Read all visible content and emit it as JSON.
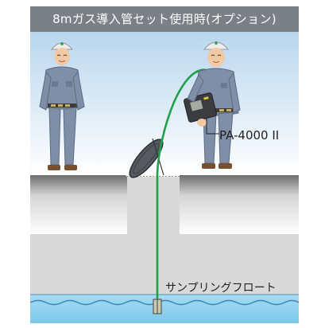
{
  "title": "8mガス導入管セット使用時(オプション)",
  "labels": {
    "device": "PA-4000 II",
    "float": "サンプリングフロート"
  },
  "colors": {
    "title_bar": "#7b7f86",
    "sky": "#dcecf8",
    "tube": "#1fa14a",
    "water": "#8fd2ef",
    "worker_uniform": "#7f8fa8"
  },
  "icons": {
    "worker": "worker-figure-icon",
    "hatch": "manhole-lid-icon",
    "device": "gas-analyzer-icon",
    "float": "sampling-float-icon"
  }
}
